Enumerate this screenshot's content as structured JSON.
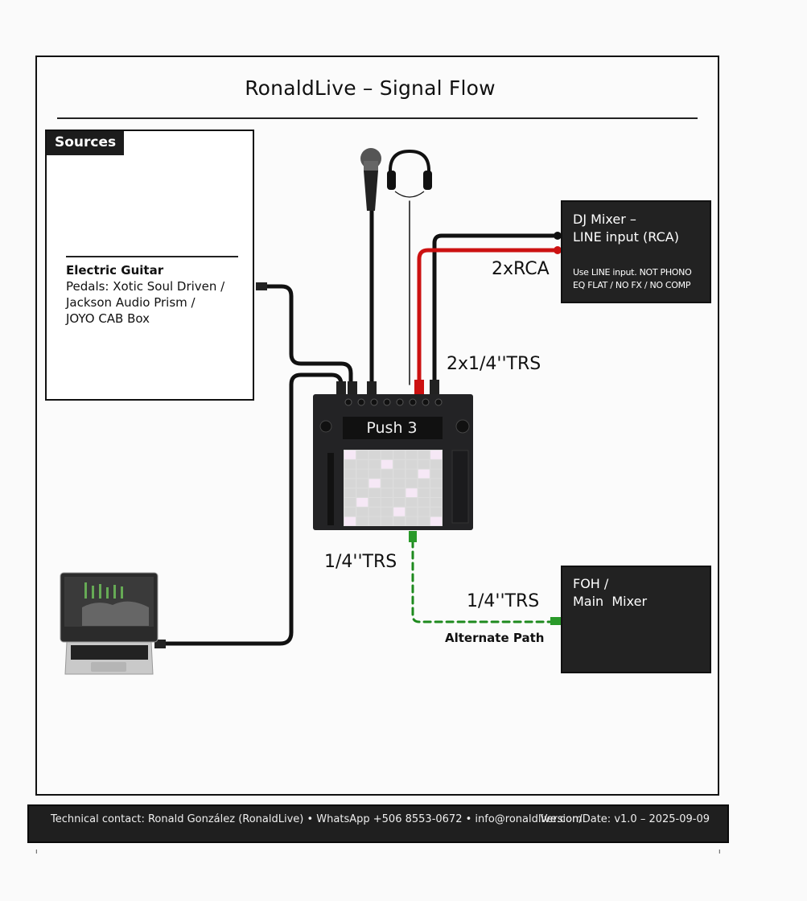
{
  "header": {
    "title": "RonaldLive – Signal Flow"
  },
  "sources": {
    "tag": "Sources",
    "instrument": "Electric Guitar",
    "pedals_lines": [
      "Pedals: Xotic Soul Driven /",
      "Jackson Audio Prism /",
      "JOYO CAB Box"
    ]
  },
  "devices": {
    "controller": "Push 3",
    "microphone": "microphone-icon",
    "headphones": "headphones-icon",
    "laptop": "laptop-icon"
  },
  "dj_mixer": {
    "title_lines": [
      "DJ Mixer –",
      "LINE input (RCA)"
    ],
    "notes": [
      "Use LINE input. NOT PHONO",
      "EQ FLAT / NO FX / NO COMP"
    ]
  },
  "foh": {
    "title_lines": [
      "FOH /",
      "Main  Mixer"
    ]
  },
  "connections": {
    "rca_label": "2xRCA",
    "trs_stereo_label": "2x1/4''TRS",
    "trs_out_label": "1/4''TRS",
    "trs_in_label": "1/4''TRS",
    "alternate_label": "Alternate Path"
  },
  "colors": {
    "rca_red": "#cc1111",
    "alternate_green": "#1e8a1e",
    "box_dark": "#222222"
  },
  "footer": {
    "contact": "Technical contact: Ronald González (RonaldLive) • WhatsApp +506 8553-0672 • info@ronaldlive.com",
    "version": "Version/Date: v1.0 – 2025-09-09"
  }
}
